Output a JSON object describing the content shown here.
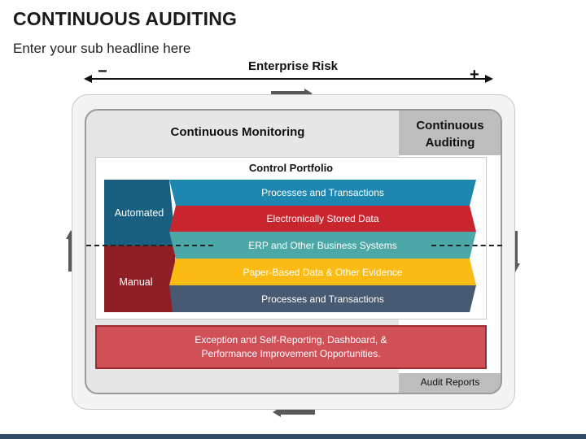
{
  "header": {
    "title": "CONTINUOUS AUDITING",
    "subtitle": "Enter your sub headline here"
  },
  "risk_axis": {
    "label": "Enterprise Risk",
    "minus": "−",
    "plus": "+"
  },
  "monitoring": {
    "title": "Continuous Monitoring"
  },
  "auditing": {
    "title_line1": "Continuous",
    "title_line2": "Auditing",
    "reports": "Audit Reports"
  },
  "portfolio": {
    "title": "Control Portfolio",
    "groups": {
      "automated": "Automated",
      "manual": "Manual"
    },
    "rows": [
      {
        "label": "Processes and Transactions",
        "color": "#1d87b0"
      },
      {
        "label": "Electronically Stored Data",
        "color": "#c9252f"
      },
      {
        "label": "ERP and Other Business Systems",
        "color": "#4ba8a6"
      },
      {
        "label": "Paper-Based Data & Other Evidence",
        "color": "#fbbb14"
      },
      {
        "label": "Processes and Transactions",
        "color": "#475a71"
      }
    ],
    "group_colors": {
      "automated": "#1a5f80",
      "manual": "#8f1f27"
    }
  },
  "exception": {
    "line1": "Exception and Self-Reporting, Dashboard, &",
    "line2": "Performance Improvement Opportunities."
  },
  "colors": {
    "arrow_dark": "#595959",
    "frame_gray": "#bdbdbd",
    "exception_fill": "#d05058",
    "footer_bar": "#2f4a65"
  }
}
